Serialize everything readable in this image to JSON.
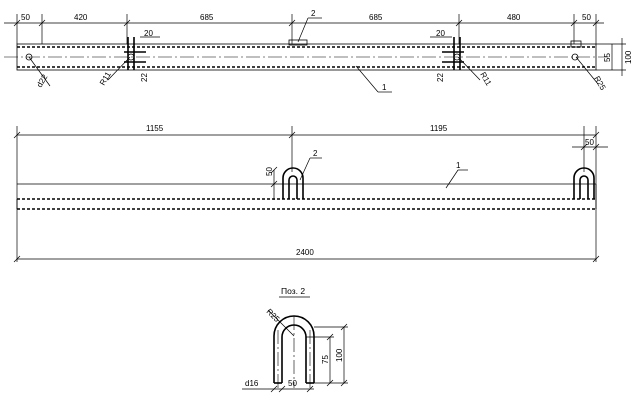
{
  "plan": {
    "dims_top": [
      "50",
      "420",
      "685",
      "685",
      "480",
      "50"
    ],
    "dims_right": [
      "55",
      "100"
    ],
    "dims_small": [
      "20",
      "20",
      "22",
      "22"
    ],
    "radius_left": "R11",
    "radius_right": "R11",
    "radius_end": "R25",
    "hole_label": "d22",
    "callout_1": "1",
    "callout_2": "2"
  },
  "elevation": {
    "dim_left": "1155",
    "dim_right": "1195",
    "dim_end": "50",
    "dim_height": "50",
    "dim_total": "2400",
    "callout_1": "1",
    "callout_2": "2"
  },
  "detail": {
    "title": "Поз. 2",
    "radius": "R25",
    "dim_75": "75",
    "dim_100": "100",
    "dim_50": "50",
    "rod": "d16"
  }
}
